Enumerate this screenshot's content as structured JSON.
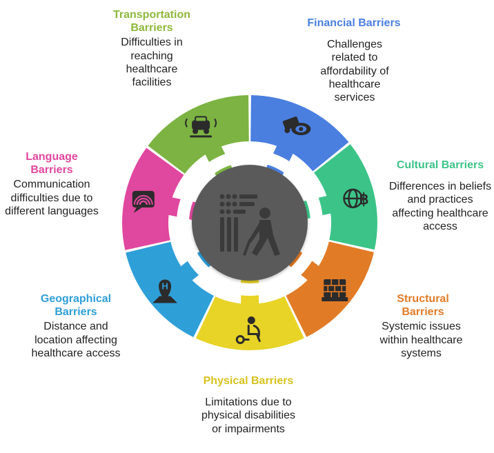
{
  "barriers": [
    {
      "key": "transportation",
      "title": "Transportation Barriers",
      "title_lines": [
        "Transportation",
        "Barriers"
      ],
      "description": "Difficulties in reaching healthcare facilities",
      "color": "#7cb342",
      "icon": "car-skid-icon"
    },
    {
      "key": "financial",
      "title": "Financial Barriers",
      "title_lines": [
        "Financial Barriers"
      ],
      "description": "Challenges related to affordability of healthcare services",
      "color": "#4a7fe0",
      "icon": "money-eye-icon"
    },
    {
      "key": "cultural",
      "title": "Cultural Barriers",
      "title_lines": [
        "Cultural Barriers"
      ],
      "description": "Differences in beliefs and practices affecting healthcare access",
      "color": "#3cc488",
      "icon": "globe-currency-icon"
    },
    {
      "key": "structural",
      "title": "Structural Barriers",
      "title_lines": [
        "Structural",
        "Barriers"
      ],
      "description": "Systemic issues within healthcare systems",
      "color": "#e27b26",
      "icon": "brick-wall-icon"
    },
    {
      "key": "physical",
      "title": "Physical Barriers",
      "title_lines": [
        "Physical Barriers"
      ],
      "description": "Limitations due to physical disabilities or impairments",
      "color": "#e8d327",
      "icon": "wheelchair-icon"
    },
    {
      "key": "geographical",
      "title": "Geographical Barriers",
      "title_lines": [
        "Geographical",
        "Barriers"
      ],
      "description": "Distance and location affecting healthcare access",
      "color": "#2f9fd8",
      "icon": "hospital-location-icon"
    },
    {
      "key": "language",
      "title": "Language Barriers",
      "title_lines": [
        "Language",
        "Barriers"
      ],
      "description": "Communication difficulties due to different languages",
      "color": "#e0479f",
      "icon": "speech-bubble-signal-icon"
    }
  ],
  "center": {
    "icon": "person-with-cane-barrier-icon",
    "color": "#5a5a5a"
  }
}
